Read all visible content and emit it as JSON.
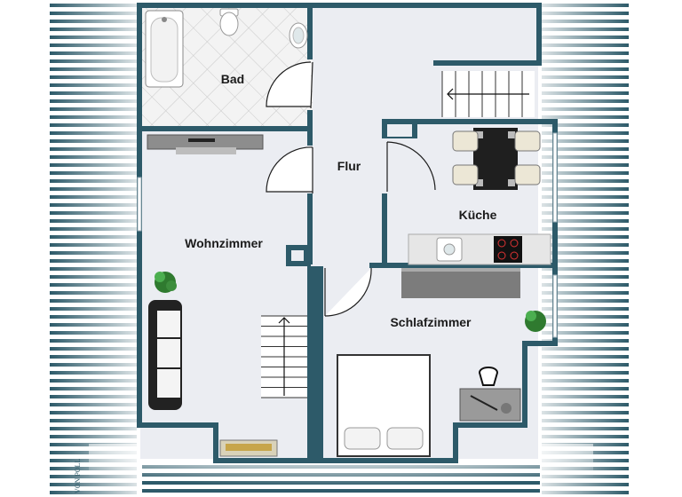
{
  "plan": {
    "rooms": [
      {
        "id": "bad",
        "label": "Bad"
      },
      {
        "id": "flur",
        "label": "Flur"
      },
      {
        "id": "kueche",
        "label": "Küche"
      },
      {
        "id": "wohnzimmer",
        "label": "Wohnzimmer"
      },
      {
        "id": "schlafzimmer",
        "label": "Schlafzimmer"
      }
    ],
    "watermark_left": "VON POLL",
    "colors": {
      "wall": "#2d5a69",
      "floor": "#ebedf2",
      "tile": "#f1f1f1",
      "stripe": "#2d5a69"
    }
  }
}
